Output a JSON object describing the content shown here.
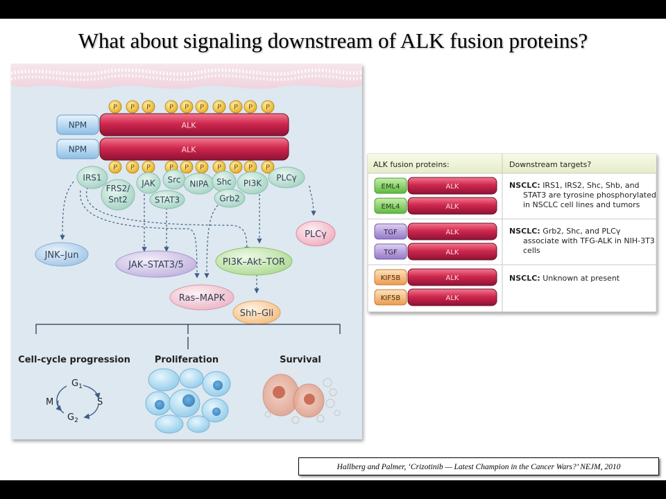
{
  "slide": {
    "title": "What about signaling downstream of ALK fusion proteins?",
    "citation": "Hallberg and Palmer, ‘Crizotinib — Latest Champion in the Cancer Wars?’ NEJM, 2010"
  },
  "diagram": {
    "p_label": "P",
    "receptor_rows": [
      {
        "partner": "NPM",
        "kinase": "ALK"
      },
      {
        "partner": "NPM",
        "kinase": "ALK"
      }
    ],
    "adaptors": [
      "IRS1",
      "FRS2/ Snt2",
      "JAK",
      "Src",
      "NIPA",
      "Shc",
      "PI3K",
      "PLCγ",
      "STAT3",
      "Grb2"
    ],
    "pathways": [
      "JNK–Jun",
      "JAK–STAT3/5",
      "PI3K–Akt–TOR",
      "PLCγ",
      "Ras–MAPK",
      "Shh–Gli"
    ],
    "outcomes": [
      "Cell-cycle progression",
      "Proliferation",
      "Survival"
    ],
    "cell_cycle": {
      "g1": "G",
      "g1_sub": "1",
      "s": "S",
      "g2": "G",
      "g2_sub": "2",
      "m": "M"
    }
  },
  "table": {
    "headers": [
      "ALK fusion proteins:",
      "Downstream targets?"
    ],
    "groups": [
      {
        "partner": "EML4",
        "kinase": "ALK",
        "label": "NSCLC:",
        "lines": [
          "IRS1, IRS2, Shc, Shb, and",
          "STAT3 are tyrosine phosphorylated",
          "in NSCLC cell lines and tumors"
        ]
      },
      {
        "partner": "TGF",
        "kinase": "ALK",
        "label": "NSCLC:",
        "lines": [
          "Grb2, Shc, and PLCγ",
          "associate with TFG-ALK in NIH-3T3",
          "cells"
        ]
      },
      {
        "partner": "KIF5B",
        "kinase": "ALK",
        "label": "NSCLC:",
        "lines": [
          "Unknown at present"
        ]
      }
    ]
  },
  "colors": {
    "alk": "#c8284c",
    "npm": "#a8d0ee",
    "eml4": "#7ccf5a",
    "tgf": "#a98fd0",
    "kif5b": "#f0b070",
    "phospho": "#f2c232"
  }
}
